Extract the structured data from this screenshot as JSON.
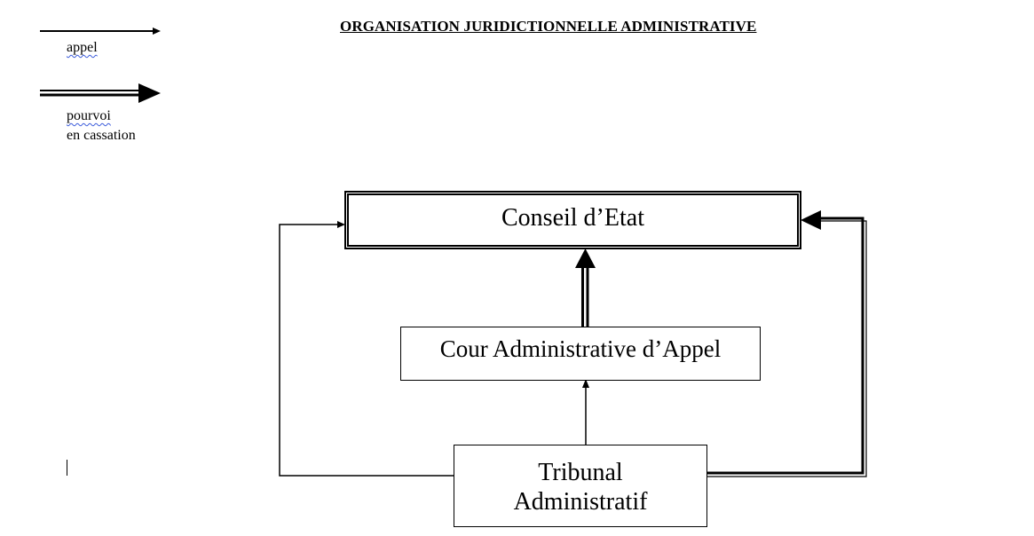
{
  "document": {
    "title": "ORGANISATION JURIDICTIONNELLE ADMINISTRATIVE"
  },
  "legend": {
    "appel": {
      "label": "appel",
      "line_style": "single"
    },
    "pourvoi": {
      "label_line1": "pourvoi",
      "label_line2": "en cassation",
      "line_style": "double"
    }
  },
  "nodes": {
    "conseil_etat": {
      "label": "Conseil d’Etat"
    },
    "cour_appel": {
      "label": "Cour Administrative d’Appel"
    },
    "tribunal": {
      "label_line1": "Tribunal",
      "label_line2": "Administratif"
    }
  },
  "edges": [
    {
      "from": "tribunal",
      "to": "cour_appel",
      "type": "appel"
    },
    {
      "from": "cour_appel",
      "to": "conseil_etat",
      "type": "pourvoi"
    },
    {
      "from": "tribunal",
      "to": "conseil_etat",
      "type": "appel"
    },
    {
      "from": "tribunal",
      "to": "conseil_etat",
      "type": "pourvoi"
    }
  ],
  "colors": {
    "ink": "#000000",
    "spellcheck_underline": "#3b5bdb"
  }
}
